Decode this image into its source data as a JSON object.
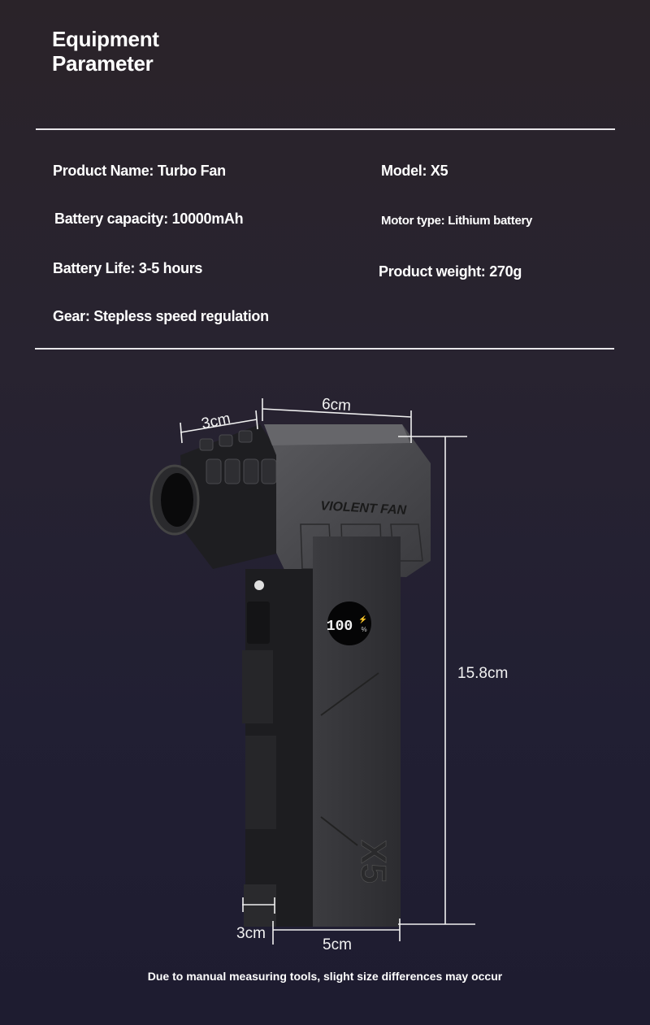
{
  "header": {
    "title_line1": "Equipment",
    "title_line2": "Parameter"
  },
  "specs": {
    "product_name": "Product Name: Turbo Fan",
    "model": "Model: X5",
    "battery_capacity": "Battery capacity: 10000mAh",
    "motor_type": "Motor type: Lithium battery",
    "battery_life": "Battery Life: 3-5 hours",
    "product_weight": "Product weight: 270g",
    "gear": "Gear: Stepless speed regulation"
  },
  "product": {
    "brand_text": "VIOLENT FAN",
    "display_value": "100",
    "display_unit": "%",
    "model_mark": "X5"
  },
  "dimensions": {
    "nozzle_length": "3cm",
    "head_width": "6cm",
    "height": "15.8cm",
    "base_depth": "3cm",
    "base_width": "5cm"
  },
  "footnote": "Due to manual measuring tools, slight size differences may occur"
}
